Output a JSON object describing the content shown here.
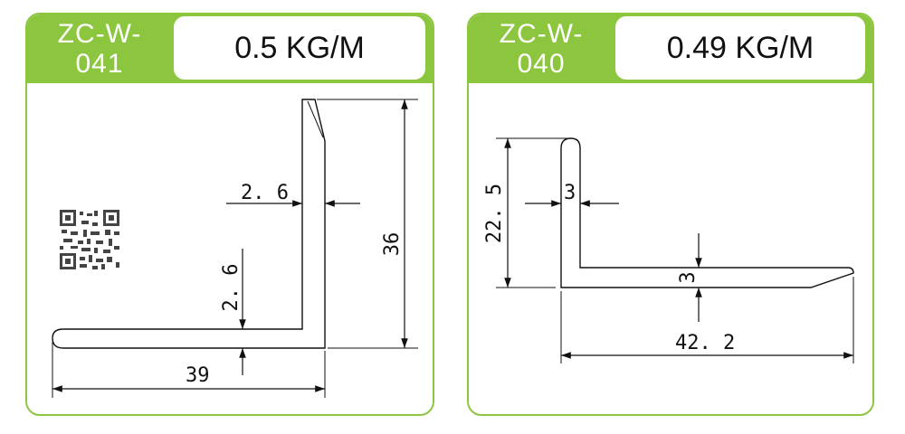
{
  "cards": [
    {
      "code_line1": "ZC-W-",
      "code_line2": "041",
      "weight": "0.5 KG/M",
      "dims": {
        "thickness_h": "2. 6",
        "height": "36",
        "thickness_v": "2. 6",
        "width": "39"
      }
    },
    {
      "code_line1": "ZC-W-",
      "code_line2": "040",
      "weight": "0.49 KG/M",
      "dims": {
        "height": "22. 5",
        "thickness_h": "3",
        "thickness_v": "3",
        "width": "42. 2"
      }
    }
  ],
  "colors": {
    "accent": "#8cc63f",
    "line": "#111111"
  },
  "icons": {
    "qr": "qr-code-icon"
  }
}
